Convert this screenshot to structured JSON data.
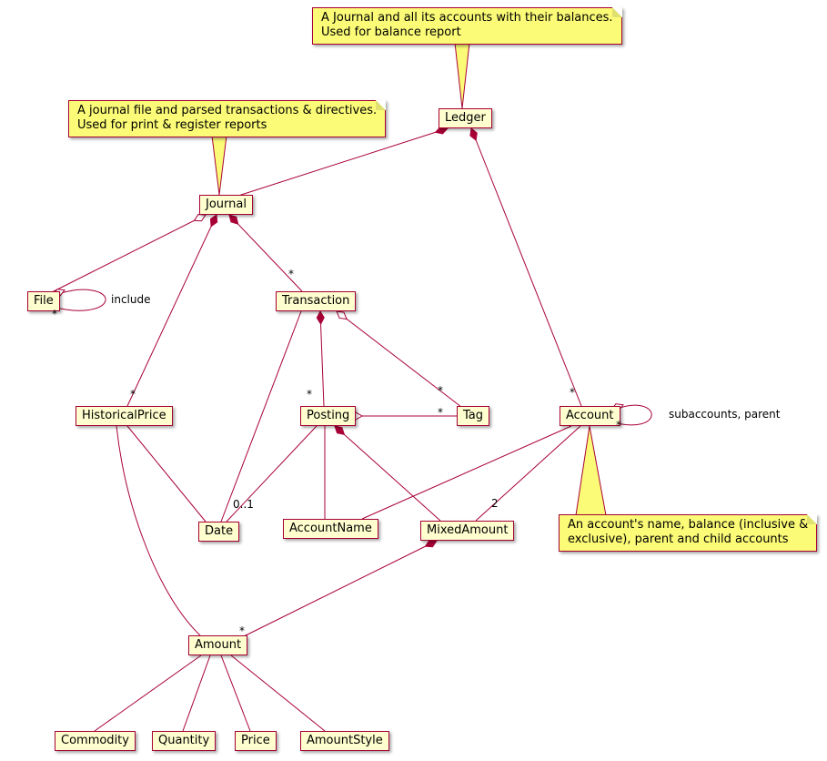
{
  "diagram_type": "uml-class-diagram",
  "colors": {
    "node_background": "#FEFECE",
    "node_border": "#A80036",
    "note_background": "#FBFB77",
    "note_border": "#A80036",
    "edge": "#A80036",
    "text": "#000000"
  },
  "nodes": {
    "ledger": "Ledger",
    "journal": "Journal",
    "file": "File",
    "transaction": "Transaction",
    "historical_price": "HistoricalPrice",
    "posting": "Posting",
    "tag": "Tag",
    "account": "Account",
    "date": "Date",
    "account_name": "AccountName",
    "mixed_amount": "MixedAmount",
    "amount": "Amount",
    "commodity": "Commodity",
    "quantity": "Quantity",
    "price": "Price",
    "amount_style": "AmountStyle"
  },
  "notes": {
    "ledger_note": "A Journal and all its accounts with their balances.\nUsed for balance report",
    "journal_note": "A journal file and parsed transactions & directives.\nUsed for print & register reports",
    "account_note": "An account's name, balance (inclusive &\nexclusive), parent and child accounts"
  },
  "edge_labels": {
    "file_include": "include",
    "file_self_star": "*",
    "journal_transaction_star": "*",
    "journal_historical_price_star": "*",
    "transaction_posting_star": "*",
    "transaction_tag_star": "*",
    "posting_tag_star": "*",
    "ledger_account_star": "*",
    "account_self_star": "*",
    "account_self_label": "subaccounts, parent",
    "posting_date_multiplicity": "0..1",
    "account_mixed_amount_multiplicity": "2",
    "mixed_amount_amount_star": "*"
  }
}
